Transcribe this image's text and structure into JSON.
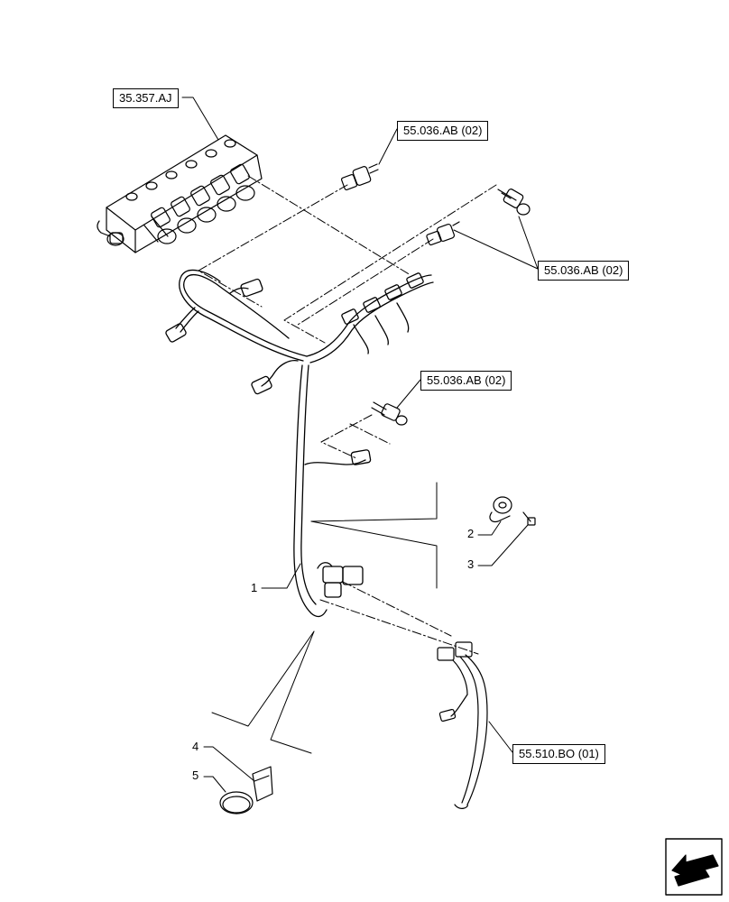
{
  "references": [
    {
      "id": "ref-35357aj",
      "text": "35.357.AJ"
    },
    {
      "id": "ref-55036ab-top",
      "text": "55.036.AB (02)"
    },
    {
      "id": "ref-55036ab-right",
      "text": "55.036.AB (02)"
    },
    {
      "id": "ref-55036ab-mid",
      "text": "55.036.AB (02)"
    },
    {
      "id": "ref-55510bo",
      "text": "55.510.BO (01)"
    }
  ],
  "part_numbers": [
    "1",
    "2",
    "3",
    "4",
    "5"
  ],
  "nav_icon": "arrow-back-icon",
  "colors": {
    "line": "#000000",
    "background": "#ffffff"
  }
}
